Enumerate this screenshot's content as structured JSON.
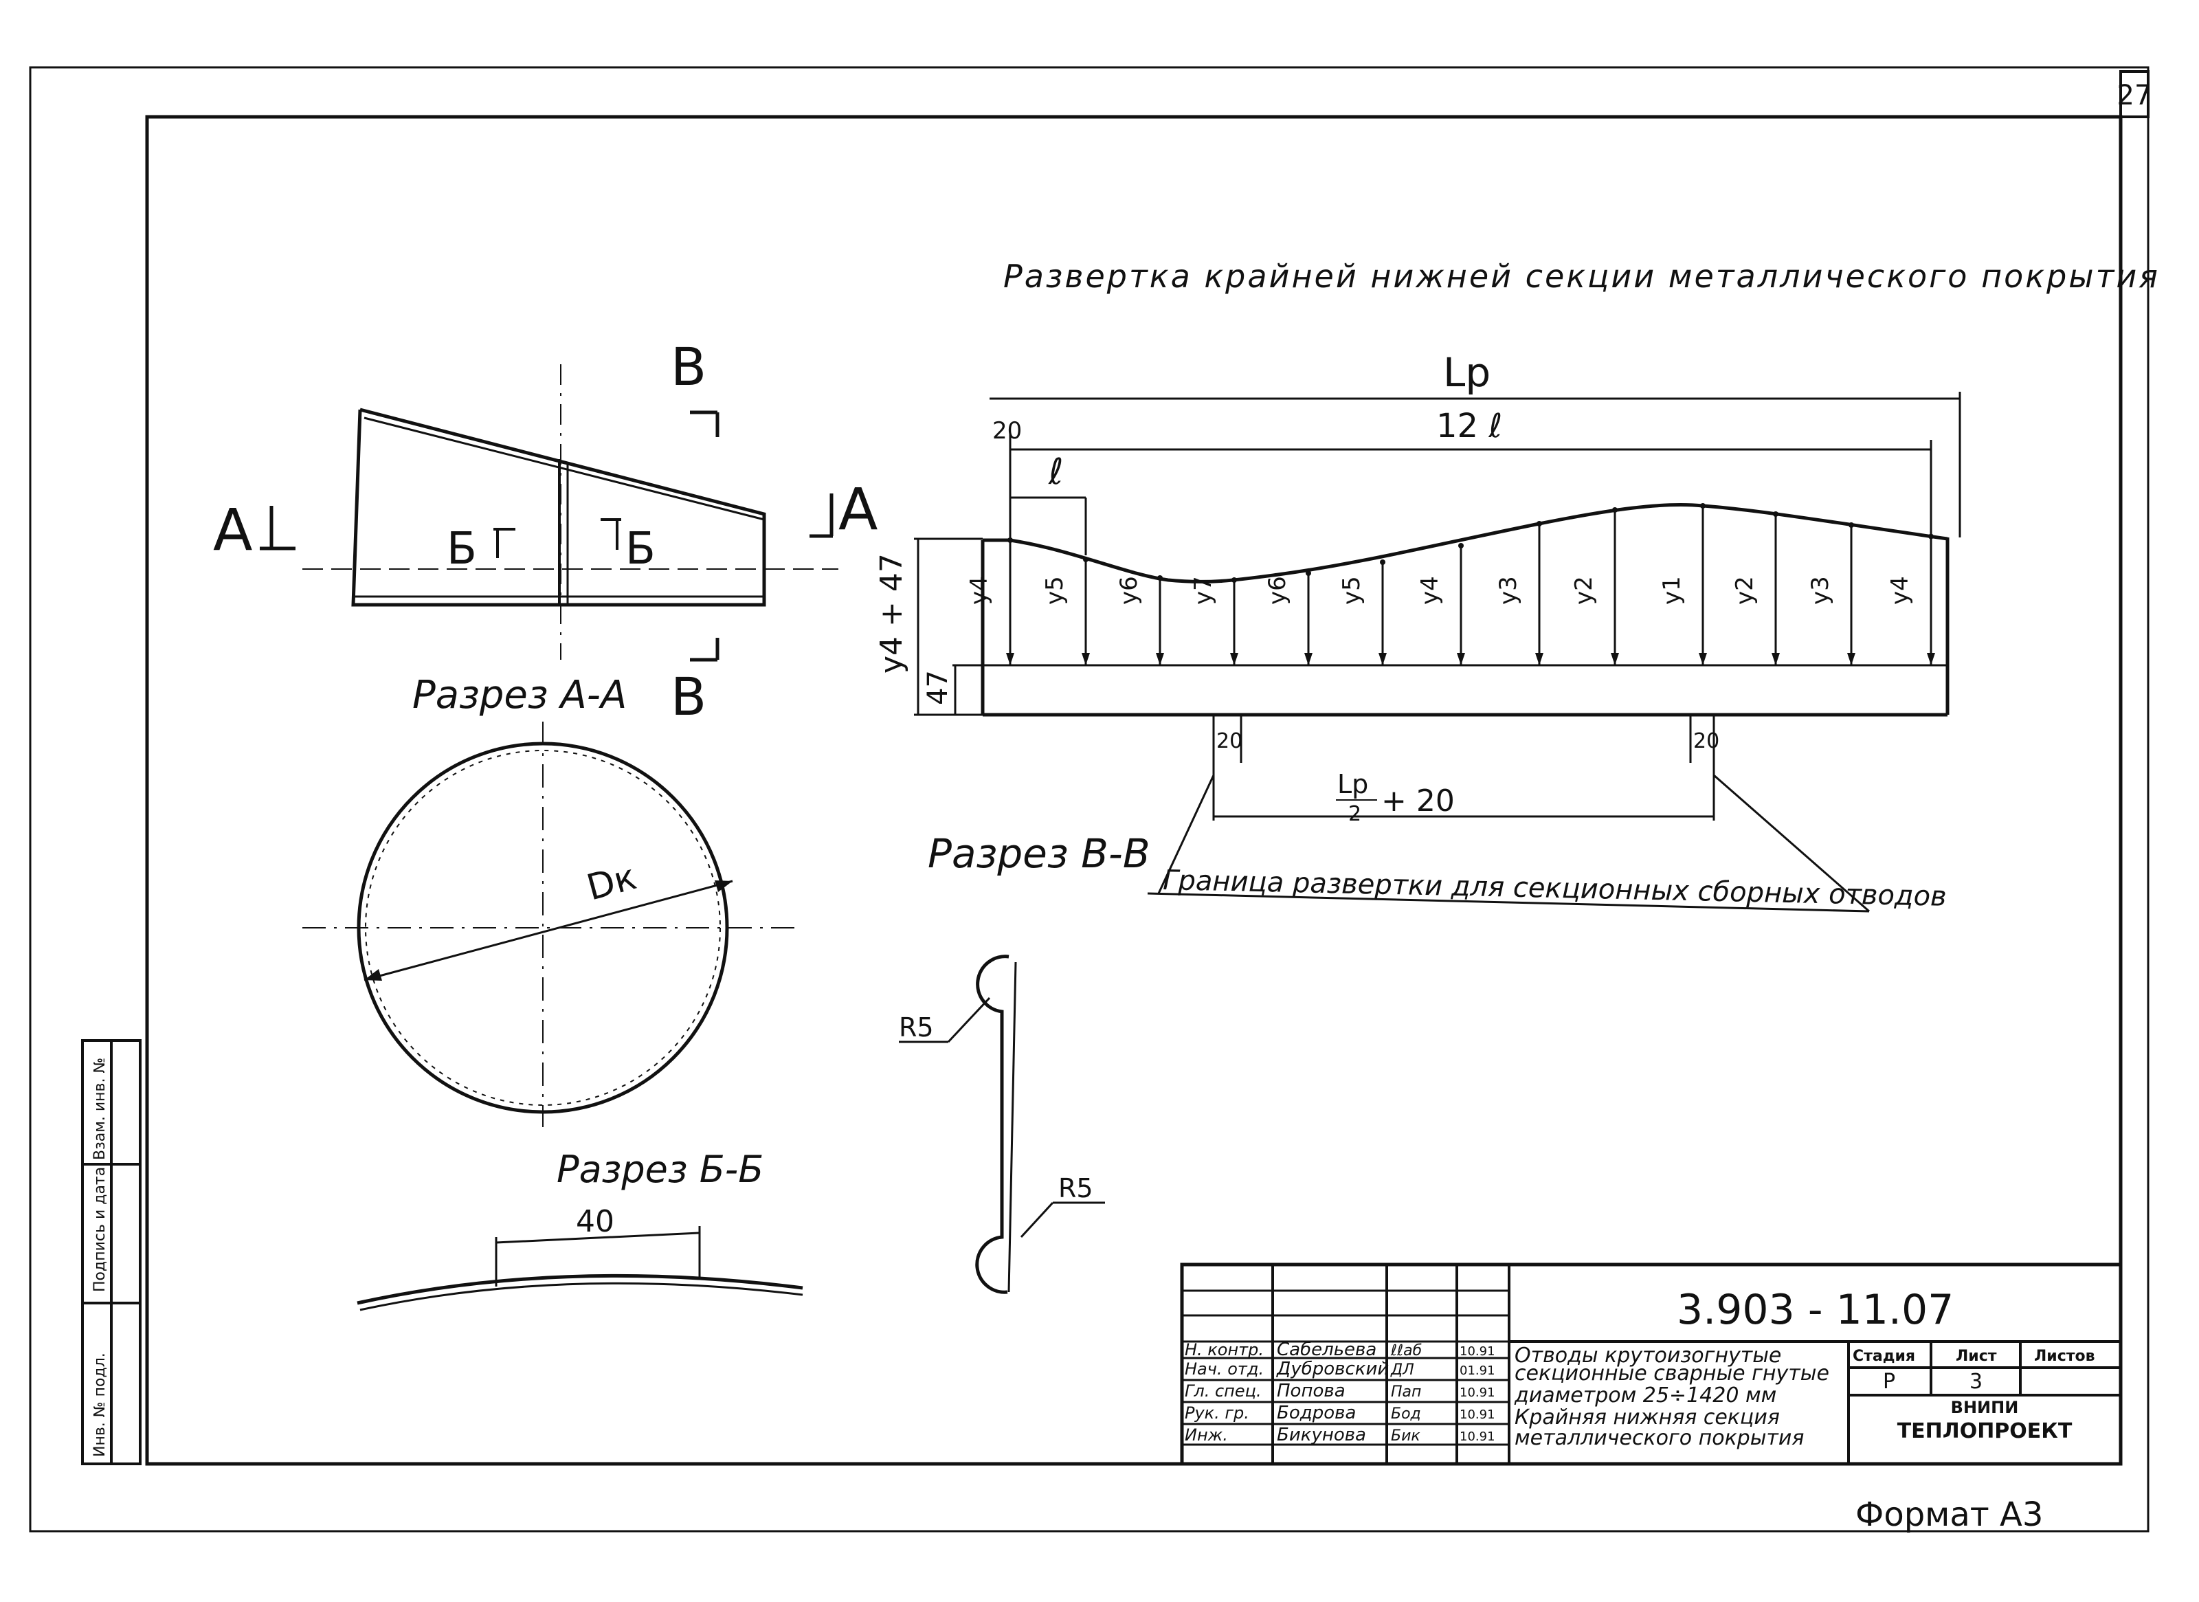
{
  "sheet": {
    "page_number": "27",
    "format_label": "Формат А3"
  },
  "main_title": "Развертка крайней нижней секции металлического покрытия",
  "side_view": {
    "label_a_left": "А",
    "label_a_right": "А",
    "label_b_left": "Б",
    "label_b_right": "Б",
    "label_v_top": "В",
    "label_v_bottom": "В"
  },
  "section_aa": {
    "title": "Разрез А-А",
    "diameter_label": "Dк"
  },
  "section_bb": {
    "title": "Разрез Б-Б",
    "dim_40": "40"
  },
  "section_vv": {
    "title": "Разрез В-В",
    "r5_top": "R5",
    "r5_bottom": "R5"
  },
  "development": {
    "lp_label": "Lр",
    "twelve_l": "12 ℓ",
    "l_label": "ℓ",
    "dim_20_top": "20",
    "dim_20_left": "20",
    "dim_20_right": "20",
    "y4_plus_47": "y4 + 47",
    "dim_47": "47",
    "lp_half_plus_20": "+ 20",
    "lp_half": "Lр",
    "lp_half_den": "2",
    "ordinates": [
      "y4",
      "y5",
      "y6",
      "y7",
      "y6",
      "y5",
      "y4",
      "y3",
      "y2",
      "y1",
      "y2",
      "y3",
      "y4"
    ],
    "boundary_note": "Граница развертки для секционных сборных отводов"
  },
  "side_stamp": {
    "col1": "Инв. № подл.",
    "col2": "Подпись и дата",
    "col3": "Взам. инв. №"
  },
  "title_block": {
    "doc_code": "3.903 - 11.07",
    "roles": [
      "Н. контр.",
      "Нач. отд.",
      "Гл. спец.",
      "Рук. гр.",
      "Инж."
    ],
    "names": [
      "Сабельева",
      "Дубровский",
      "Попова",
      "Бодрова",
      "Бикунова"
    ],
    "signatures": [
      "ℓℓаб",
      "ДЛ",
      "Пап",
      "Бод",
      "Бик"
    ],
    "dates": [
      "10.91",
      "01.91",
      "10.91",
      "10.91",
      "10.91"
    ],
    "description_lines": [
      "Отводы крутоизогнутые",
      "секционные сварные гнутые",
      "диаметром 25÷1420 мм",
      "Крайняя нижняя секция",
      "металлического покрытия"
    ],
    "stage_header": "Стадия",
    "sheet_header": "Лист",
    "sheets_header": "Листов",
    "stage_value": "Р",
    "sheet_value": "3",
    "org_line1": "ВНИПИ",
    "org_line2": "ТЕПЛОПРОЕКТ"
  }
}
